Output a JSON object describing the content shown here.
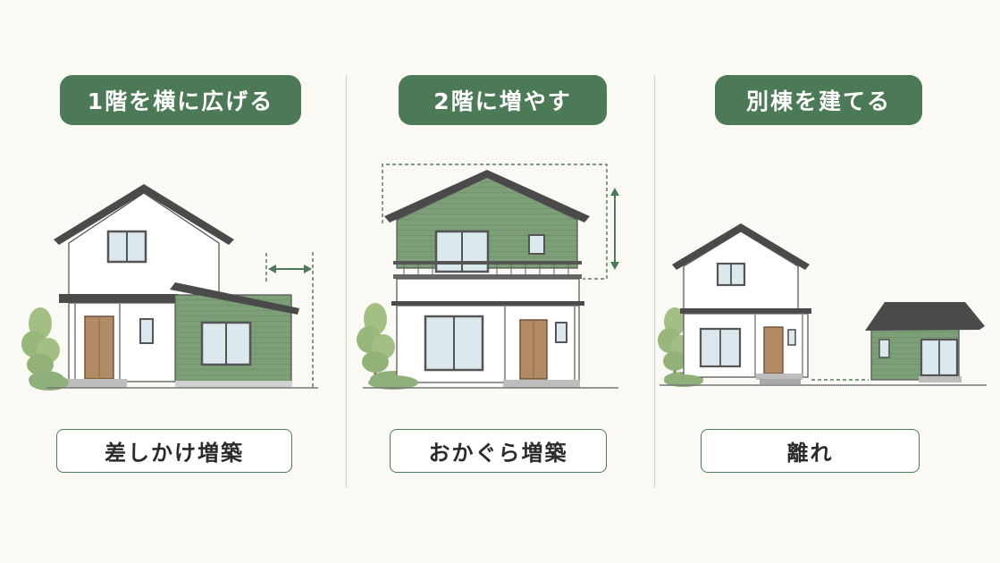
{
  "colors": {
    "accent_green": "#4d7a56",
    "siding_green": "#7d9f78",
    "wall_white": "#ffffff",
    "roof_dark": "#4a4a4a",
    "wood_door": "#b28a63",
    "window_glass": "#dbe8ee",
    "background": "#faf9f4"
  },
  "sections": [
    {
      "title": "1階を横に広げる",
      "label": "差しかけ増築"
    },
    {
      "title": "2階に増やす",
      "label": "おかぐら増築"
    },
    {
      "title": "別棟を建てる",
      "label": "離れ"
    }
  ]
}
